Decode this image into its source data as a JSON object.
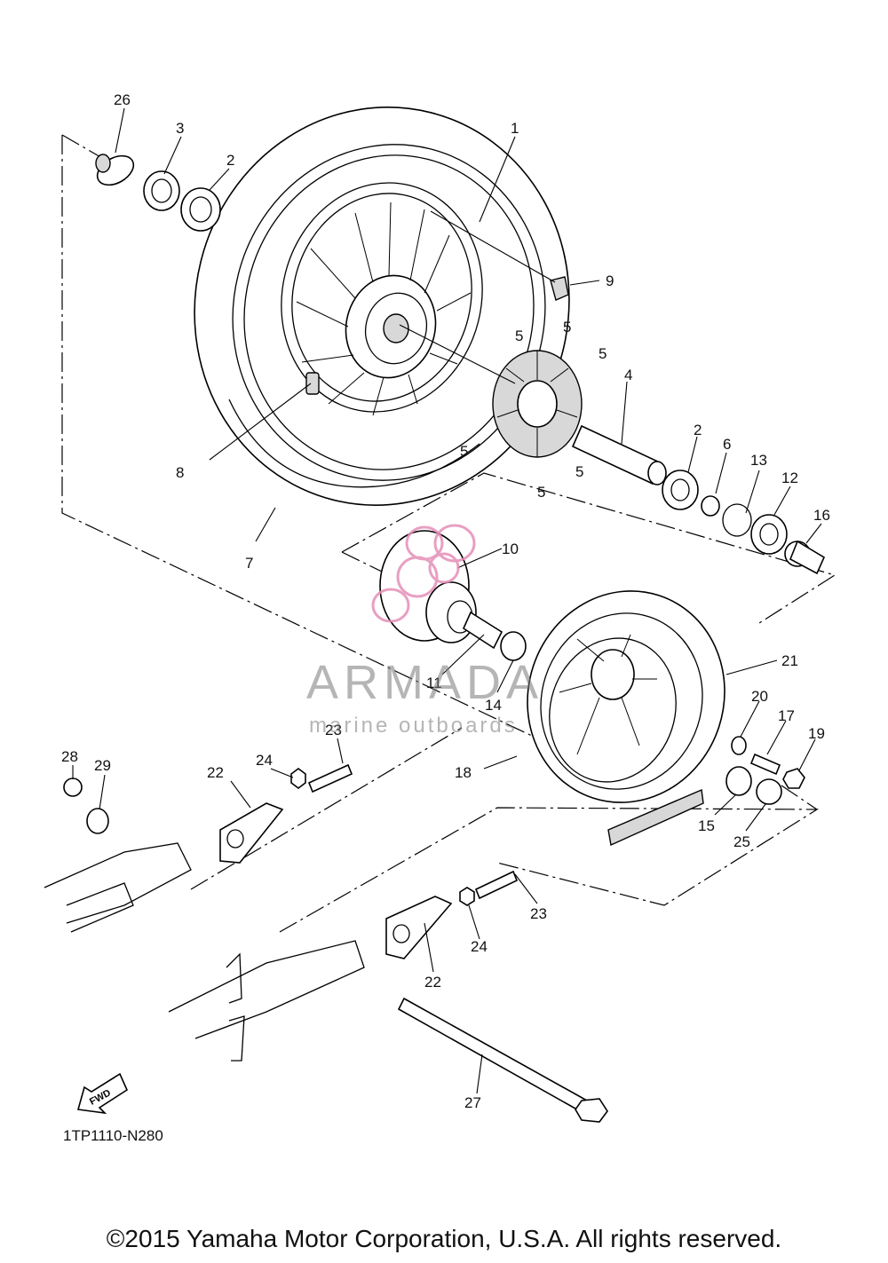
{
  "diagram": {
    "diagram_code": "1TP1110-N280",
    "copyright": "©2015 Yamaha Motor Corporation, U.S.A. All rights reserved.",
    "fwd_marker": "FWD",
    "watermark": {
      "brand": "ARMADA",
      "tagline": "marine outboards",
      "accent_color": "#e58fb8"
    },
    "callouts": [
      "1",
      "2",
      "2",
      "3",
      "4",
      "5",
      "5",
      "5",
      "5",
      "5",
      "5",
      "6",
      "7",
      "8",
      "9",
      "10",
      "11",
      "12",
      "13",
      "14",
      "15",
      "16",
      "17",
      "18",
      "19",
      "20",
      "21",
      "22",
      "22",
      "23",
      "23",
      "24",
      "24",
      "25",
      "26",
      "27",
      "28",
      "29"
    ]
  }
}
